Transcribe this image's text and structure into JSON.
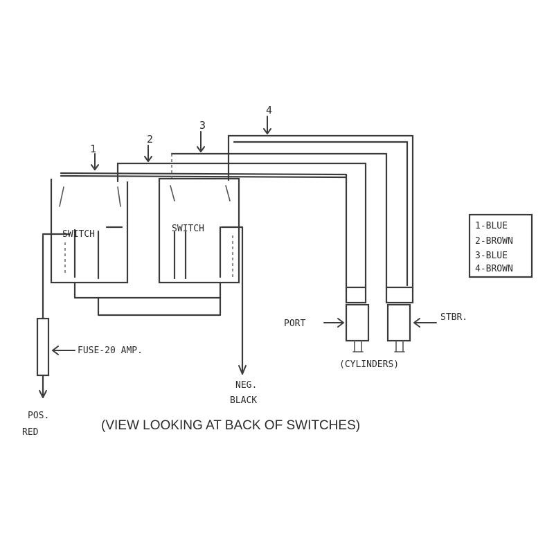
{
  "wire_numbers": [
    "1",
    "2",
    "3",
    "4"
  ],
  "labels": {
    "switch_left": "SWITCH",
    "switch_right": "SWITCH",
    "fuse": "FUSE-20 AMP.",
    "pos_line1": "POS.",
    "pos_line2": "RED",
    "neg_line1": "NEG.",
    "neg_line2": "BLACK",
    "port": "PORT",
    "stbr": "STBR.",
    "cylinders": "(CYLINDERS)",
    "caption": "(VIEW LOOKING AT BACK OF SWITCHES)"
  },
  "legend": {
    "items": [
      "1-BLUE",
      "2-BROWN",
      "3-BLUE",
      "4-BROWN"
    ]
  }
}
